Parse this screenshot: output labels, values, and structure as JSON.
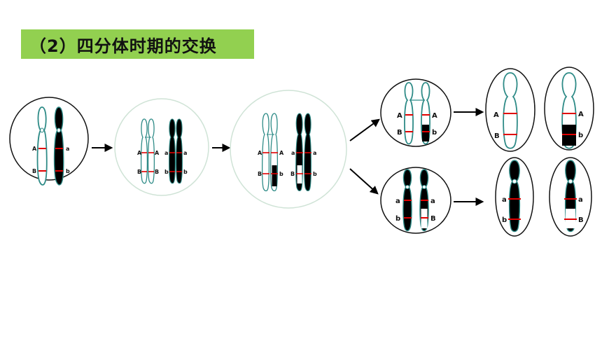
{
  "title": "（2）四分体时期的交换",
  "alleles": {
    "A": "A",
    "a": "a",
    "B": "B",
    "b": "b"
  },
  "colors": {
    "title_bg": "#92d050",
    "chromosome_light": "#2e8b87",
    "chromosome_dark": "#000000",
    "gene_band": "#e00000",
    "circle_solid": "#111111",
    "circle_faded": "#cfe3d6"
  },
  "stages": [
    "homologous-pair",
    "replicated-pair",
    "tetrad-crossover",
    "products-top",
    "products-bottom",
    "gametes"
  ]
}
